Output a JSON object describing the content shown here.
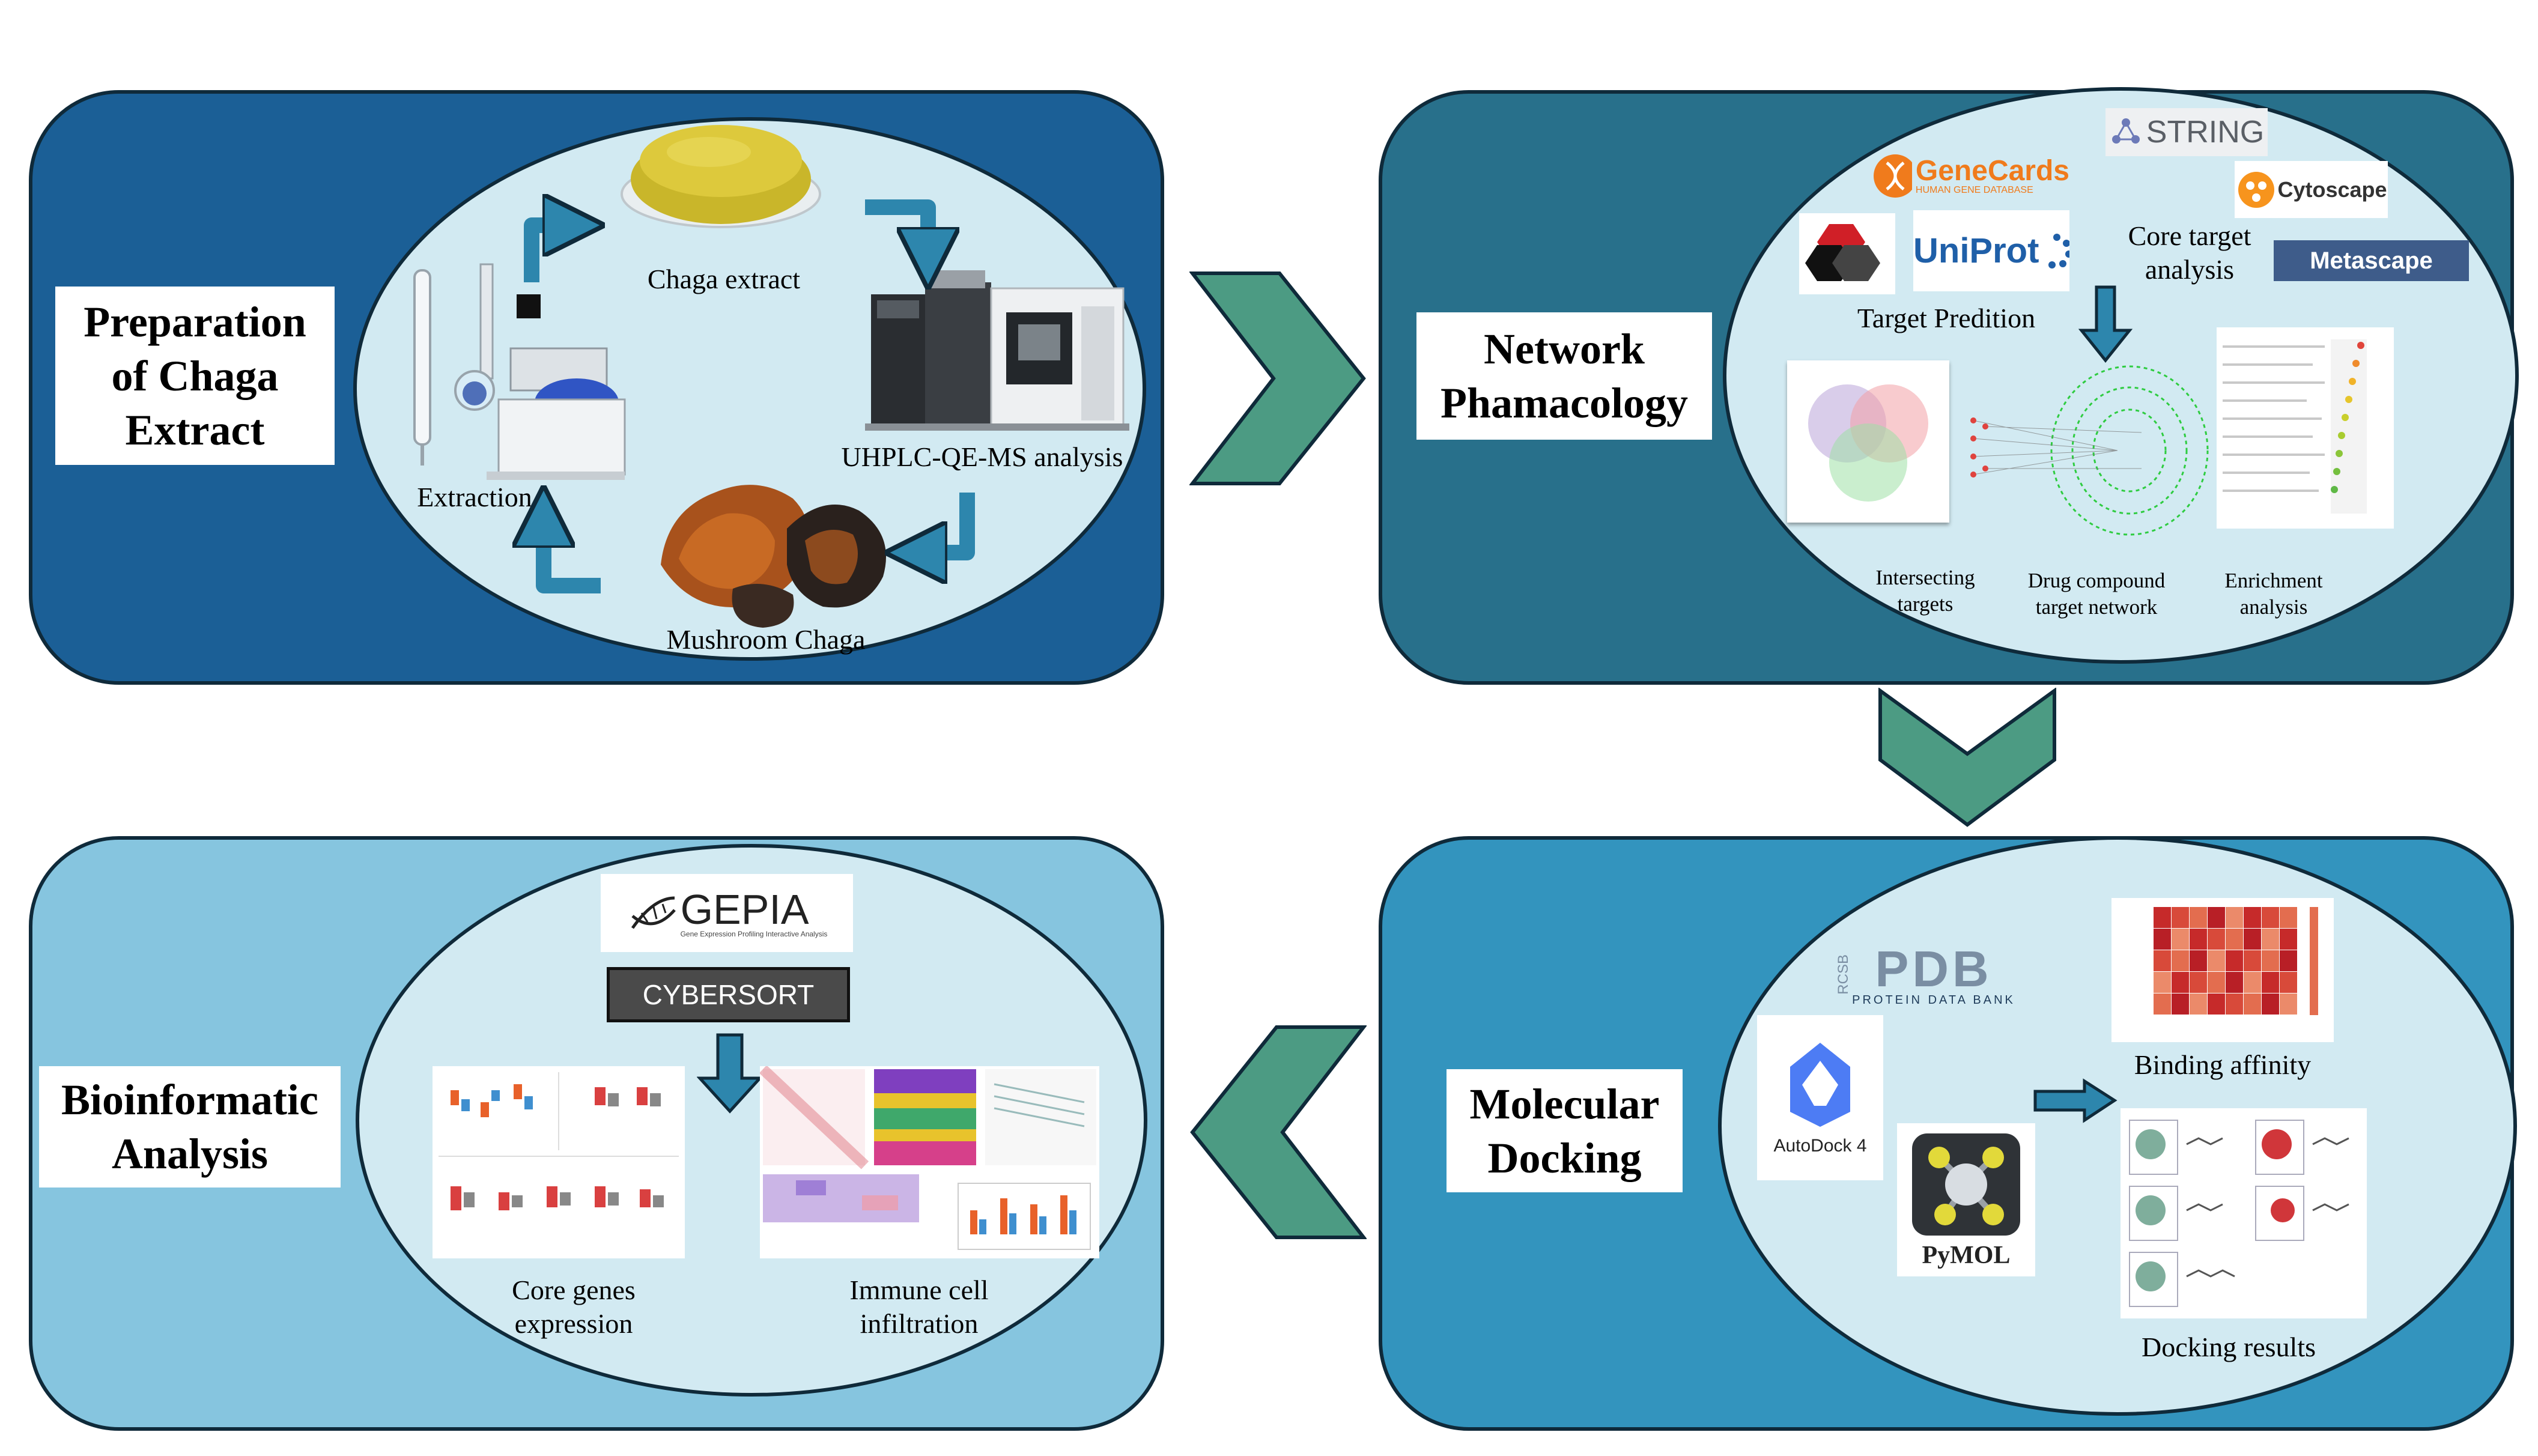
{
  "panels": {
    "prep": {
      "title": "Preparation\nof Chaga\nExtract",
      "chaga_extract": "Chaga extract",
      "uhplc": "UHPLC-QE-MS analysis",
      "extraction": "Extraction",
      "mushroom": "Mushroom Chaga"
    },
    "network": {
      "title": "Network\nPhamacology",
      "target_prediction": "Target Predition",
      "core_target": "Core target\nanalysis",
      "intersecting": "Intersecting\ntargets",
      "drug_network": "Drug compound\ntarget network",
      "enrichment": "Enrichment\nanalysis"
    },
    "docking": {
      "title": "Molecular\nDocking",
      "binding": "Binding affinity",
      "results": "Docking results"
    },
    "bio": {
      "title": "Bioinformatic\nAnalysis",
      "core_genes": "Core genes\nexpression",
      "immune": "Immune cell\ninfiltration"
    }
  },
  "logos": {
    "genecards": "GeneCards",
    "genecards_sub": "HUMAN GENE DATABASE",
    "uniprot": "UniProt",
    "string": "STRING",
    "cytoscape": "Cytoscape",
    "metascape": "Metascape",
    "pdb": "PDB",
    "pdb_rcsb": "RCSB",
    "pdb_sub": "PROTEIN DATA BANK",
    "autodock": "AutoDock 4",
    "pymol": "PyMOL",
    "gepia": "GEPIA",
    "gepia_sub": "Gene Expression Profiling Interactive Analysis",
    "cybersort": "CYBERSORT"
  },
  "colors": {
    "panel_prep": "#1b5f96",
    "panel_network": "#28708b",
    "panel_docking": "#3394be",
    "panel_bio": "#86c5df",
    "oval_fill": "#d2eaf2",
    "outline": "#0f2a3a",
    "chevron": "#4c9b83",
    "cycle_arrow": "#2d86ad"
  },
  "icons": [
    "cycle-arrow-icon",
    "chevron-right-icon",
    "chevron-down-icon",
    "chevron-left-icon",
    "flask-icon",
    "down-arrow-icon",
    "right-arrow-icon"
  ]
}
